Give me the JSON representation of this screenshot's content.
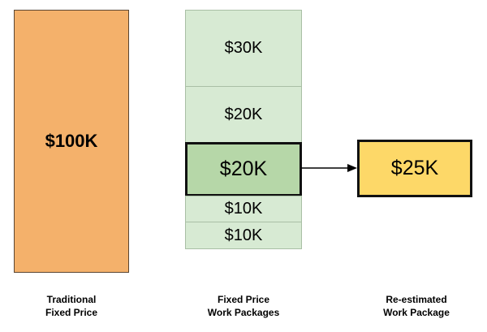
{
  "colors": {
    "traditional_fill": "#f4b16b",
    "package_fill": "#d7ead3",
    "highlight_fill": "#b6d7a8",
    "reestimated_fill": "#fdd868"
  },
  "traditional": {
    "value": "$100K",
    "caption_lines": [
      "Traditional",
      "Fixed Price"
    ]
  },
  "packages": {
    "items": [
      {
        "value": "$30K"
      },
      {
        "value": "$20K"
      },
      {
        "value": "$20K"
      },
      {
        "value": "$10K"
      },
      {
        "value": "$10K"
      }
    ],
    "caption_lines": [
      "Fixed Price",
      "Work Packages"
    ]
  },
  "reestimated": {
    "value": "$25K",
    "caption_lines": [
      "Re-estimated",
      "Work Package"
    ]
  }
}
